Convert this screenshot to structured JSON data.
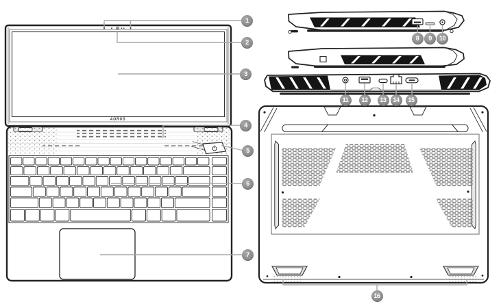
{
  "figure": {
    "kind": "laptop-hardware-callout-diagram",
    "logo_text": "AORUS"
  },
  "colors": {
    "callout_bg": "#8c8c8c",
    "callout_text": "#ffffff",
    "leader_line": "#a8a8a8",
    "ink": "#222222",
    "vent_dark": "#151515",
    "pattern_gray": "#9b9b9b"
  },
  "callouts": [
    {
      "number": "1"
    },
    {
      "number": "2"
    },
    {
      "number": "3"
    },
    {
      "number": "4"
    },
    {
      "number": "5"
    },
    {
      "number": "6"
    },
    {
      "number": "7"
    },
    {
      "number": "8"
    },
    {
      "number": "9"
    },
    {
      "number": "10"
    },
    {
      "number": "11"
    },
    {
      "number": "12"
    },
    {
      "number": "13"
    },
    {
      "number": "14"
    },
    {
      "number": "15"
    },
    {
      "number": "16"
    }
  ]
}
